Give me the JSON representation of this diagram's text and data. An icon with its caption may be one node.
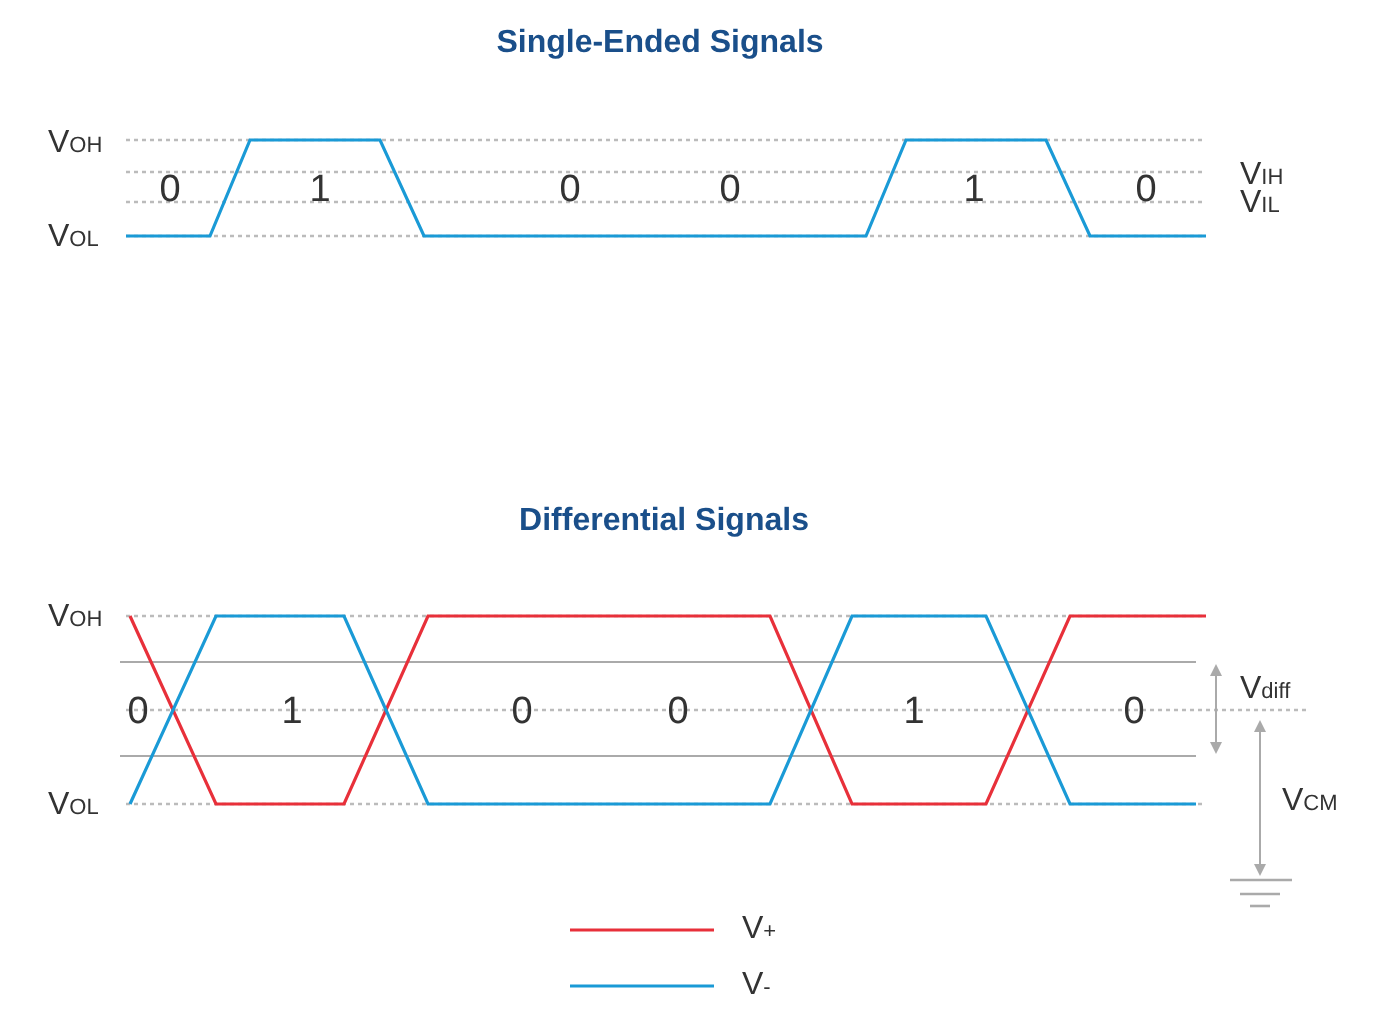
{
  "diagram": {
    "labels": [
      "Single-Ended Signals",
      "V$_{OH}$",
      "V$_{IH}$",
      "0",
      "1",
      "0",
      "0",
      "1",
      "0",
      "V$_{IL}$",
      "V$_{OL}$",
      "Differential Signals",
      "V$_{OH}$",
      "V$_{diff}$",
      "0",
      "1",
      "0",
      "0",
      "1",
      "0",
      "V$_{OL}$",
      "V$_{CM}$"
    ],
    "legend": [
      {
        "text": "V$_{+}$"
      },
      {
        "text": "V$_{-}$"
      }
    ]
  }
}
